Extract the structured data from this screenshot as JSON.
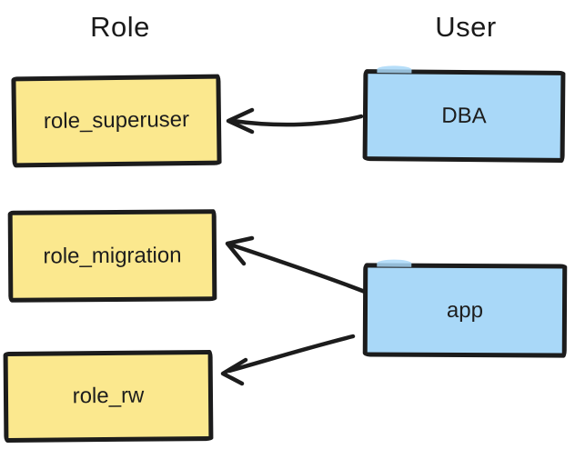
{
  "diagram": {
    "columns": [
      {
        "id": "role",
        "title": "Role"
      },
      {
        "id": "user",
        "title": "User"
      }
    ],
    "nodes": [
      {
        "id": "role_superuser",
        "label": "role_superuser",
        "type": "role"
      },
      {
        "id": "role_migration",
        "label": "role_migration",
        "type": "role"
      },
      {
        "id": "role_rw",
        "label": "role_rw",
        "type": "role"
      },
      {
        "id": "DBA",
        "label": "DBA",
        "type": "user"
      },
      {
        "id": "app",
        "label": "app",
        "type": "user"
      }
    ],
    "edges": [
      {
        "from": "DBA",
        "to": "role_superuser"
      },
      {
        "from": "app",
        "to": "role_migration"
      },
      {
        "from": "app",
        "to": "role_rw"
      }
    ],
    "colors": {
      "role_fill": "#FBE88E",
      "user_fill": "#A9D8F8",
      "stroke": "#1c1c1c",
      "text": "#1a1a1a",
      "background": "#FFFFFF"
    }
  }
}
